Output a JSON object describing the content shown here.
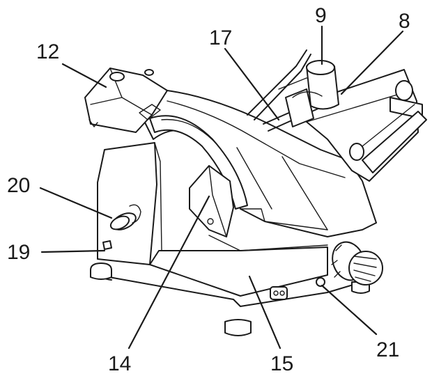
{
  "labels": [
    {
      "id": "12",
      "text": "12"
    },
    {
      "id": "17",
      "text": "17"
    },
    {
      "id": "9",
      "text": "9"
    },
    {
      "id": "8",
      "text": "8"
    },
    {
      "id": "20",
      "text": "20"
    },
    {
      "id": "19",
      "text": "19"
    },
    {
      "id": "14",
      "text": "14"
    },
    {
      "id": "15",
      "text": "15"
    },
    {
      "id": "21",
      "text": "21"
    }
  ],
  "colors": {
    "ink": "#1a1a1a",
    "background": "#ffffff"
  }
}
